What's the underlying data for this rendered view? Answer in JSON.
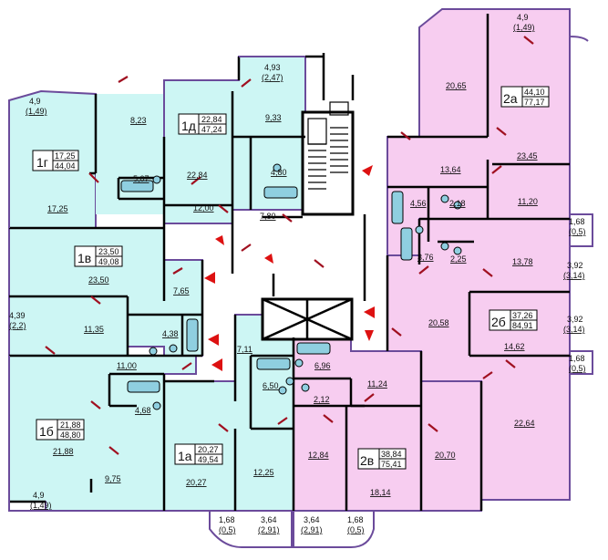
{
  "colors": {
    "cyan_fill": "#cdf6f4",
    "pink_fill": "#f7cdf0",
    "purple_outline": "#6b4b9b",
    "wall": "#000000",
    "arrow_red": "#dd1111",
    "door_red": "#a01020",
    "fixture_blue": "#8fcfe0"
  },
  "apartments": [
    {
      "id": "1г",
      "living": "17,25",
      "total": "44,04"
    },
    {
      "id": "1д",
      "living": "22,84",
      "total": "47,24"
    },
    {
      "id": "1в",
      "living": "23,50",
      "total": "49,08"
    },
    {
      "id": "1б",
      "living": "21,88",
      "total": "48,80"
    },
    {
      "id": "1а",
      "living": "20,27",
      "total": "49,54"
    },
    {
      "id": "2в",
      "living": "38,84",
      "total": "75,41"
    },
    {
      "id": "2б",
      "living": "37,26",
      "total": "84,91"
    },
    {
      "id": "2а",
      "living": "44,10",
      "total": "77,17"
    }
  ],
  "room_areas": [
    "8,23",
    "17,25",
    "5,07",
    "22,84",
    "9,33",
    "4,80",
    "7,80",
    "12,00",
    "23,50",
    "7,65",
    "11,35",
    "4,38",
    "11,00",
    "4,68",
    "21,88",
    "9,75",
    "20,27",
    "12,25",
    "6,50",
    "6,96",
    "2,12",
    "7,11",
    "11,24",
    "12,84",
    "20,70",
    "18,14",
    "22,64",
    "20,58",
    "14,62",
    "13,78",
    "11,20",
    "3,76",
    "2,25",
    "4,56",
    "2,18",
    "13,64",
    "23,45",
    "20,65"
  ],
  "balconies": [
    {
      "area": "4,9",
      "reduced": "(1,49)"
    },
    {
      "area": "4,93",
      "reduced": "(2,47)"
    },
    {
      "area": "4,39",
      "reduced": "(2,2)"
    },
    {
      "area": "4,9",
      "reduced": "(1,49)"
    },
    {
      "area": "1,68",
      "reduced": "(0,5)"
    },
    {
      "area": "3,64",
      "reduced": "(2,91)"
    },
    {
      "area": "3,64",
      "reduced": "(2,91)"
    },
    {
      "area": "1,68",
      "reduced": "(0,5)"
    },
    {
      "area": "4,9",
      "reduced": "(1,49)"
    },
    {
      "area": "1,68",
      "reduced": "(0,5)"
    },
    {
      "area": "3,92",
      "reduced": "(3,14)"
    },
    {
      "area": "3,92",
      "reduced": "(3,14)"
    },
    {
      "area": "1,68",
      "reduced": "(0,5)"
    }
  ]
}
